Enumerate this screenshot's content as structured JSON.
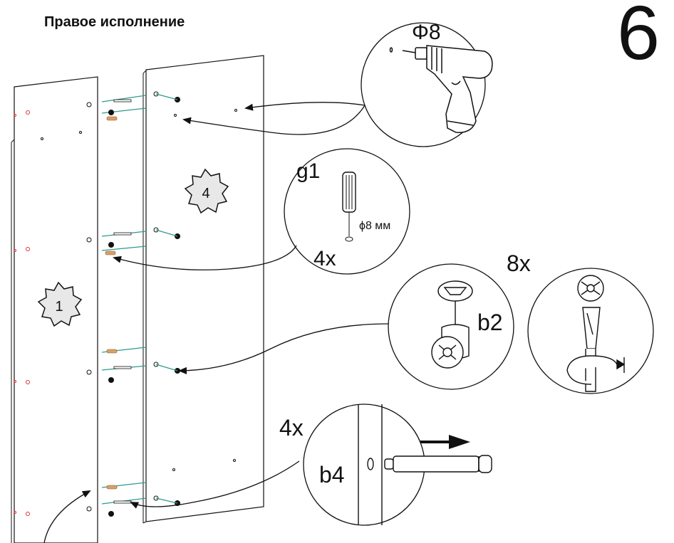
{
  "header": {
    "title": "Правое исполнение",
    "step_number": "6"
  },
  "panels": [
    {
      "id": "1",
      "label": "1"
    },
    {
      "id": "4",
      "label": "4"
    }
  ],
  "callouts": {
    "drill": {
      "label": "Φ8"
    },
    "dowel": {
      "part": "g1",
      "diameter": "ϕ8 мм",
      "quantity": "4x"
    },
    "cam_lock": {
      "part": "b2",
      "quantity": "8x"
    },
    "cam_bolt": {
      "part": "b4",
      "quantity": "4x"
    }
  },
  "colors": {
    "line": "#111111",
    "dowel_connector": "#2e9a8c",
    "wood_dowel": "#d8a066",
    "panel_hole": "#e0303a",
    "badge_fill": "#e8e8e8"
  }
}
